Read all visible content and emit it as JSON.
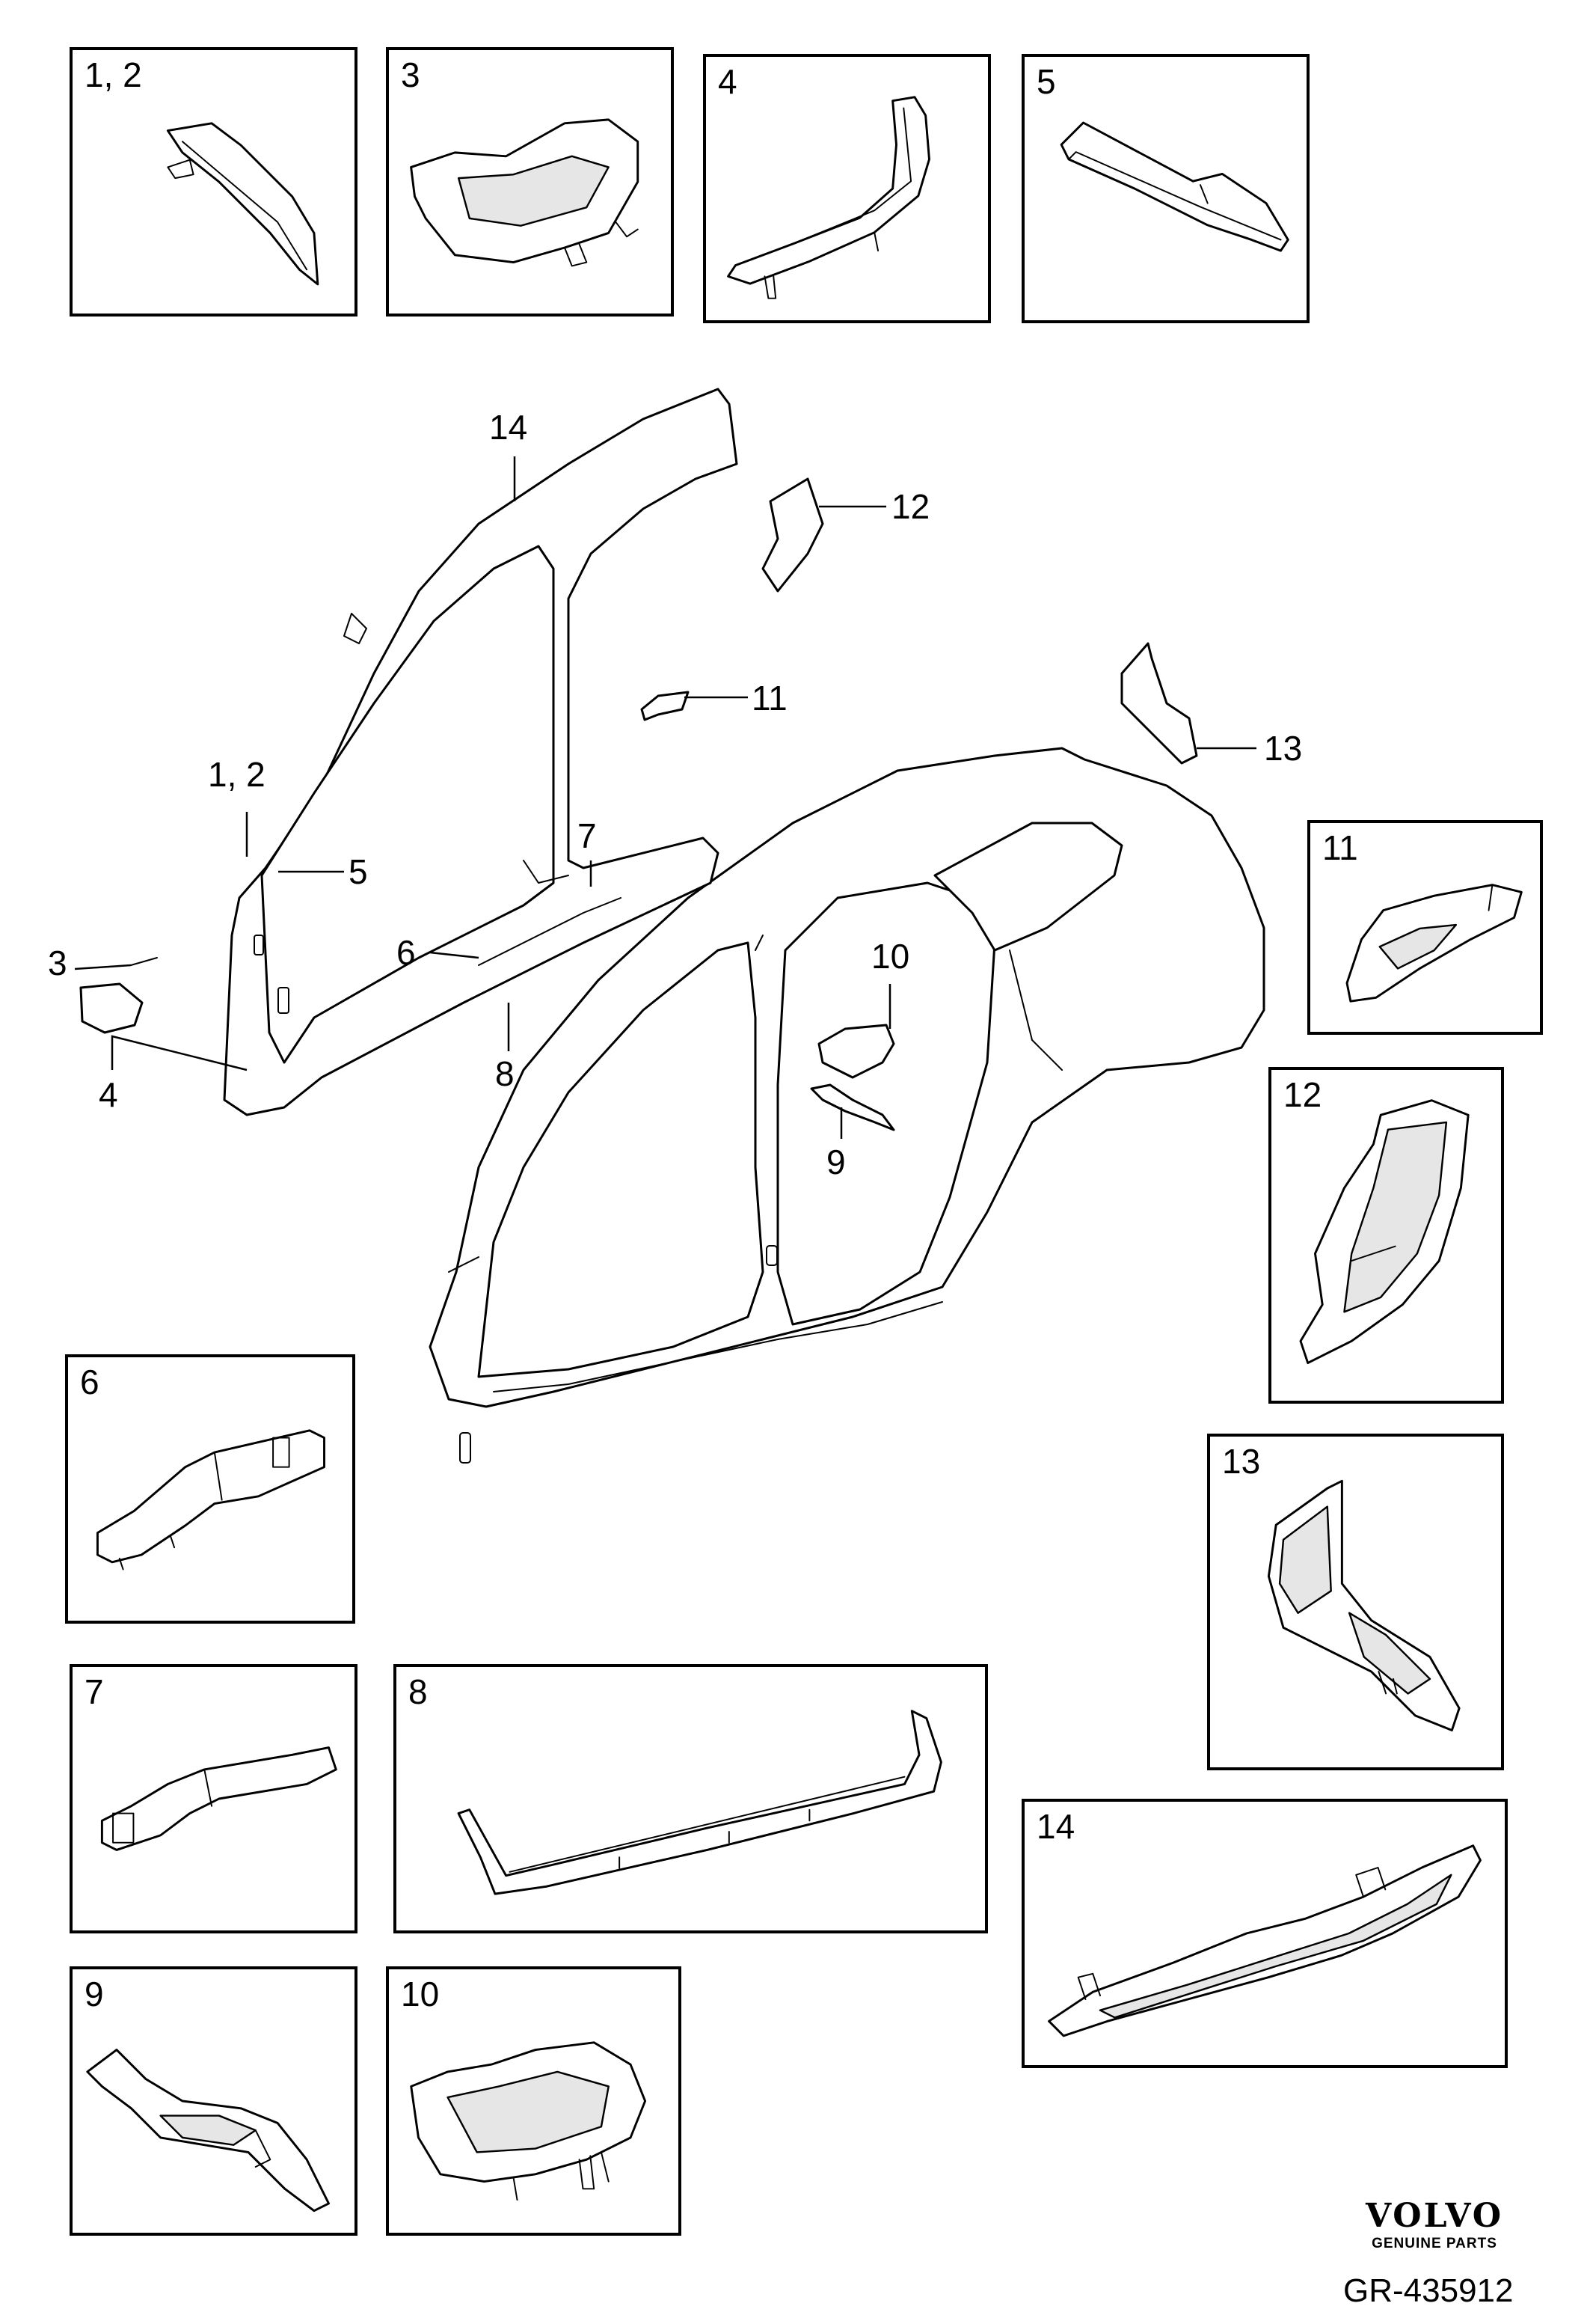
{
  "boxes": [
    {
      "id": "1-2",
      "label": "1, 2"
    },
    {
      "id": "3",
      "label": "3"
    },
    {
      "id": "4",
      "label": "4"
    },
    {
      "id": "5",
      "label": "5"
    },
    {
      "id": "11",
      "label": "11"
    },
    {
      "id": "12",
      "label": "12"
    },
    {
      "id": "6",
      "label": "6"
    },
    {
      "id": "13",
      "label": "13"
    },
    {
      "id": "7",
      "label": "7"
    },
    {
      "id": "8",
      "label": "8"
    },
    {
      "id": "14",
      "label": "14"
    },
    {
      "id": "9",
      "label": "9"
    },
    {
      "id": "10",
      "label": "10"
    }
  ],
  "callouts": [
    {
      "id": "14",
      "label": "14"
    },
    {
      "id": "12",
      "label": "12"
    },
    {
      "id": "11",
      "label": "11"
    },
    {
      "id": "13",
      "label": "13"
    },
    {
      "id": "1-2",
      "label": "1, 2"
    },
    {
      "id": "5",
      "label": "5"
    },
    {
      "id": "7",
      "label": "7"
    },
    {
      "id": "3",
      "label": "3"
    },
    {
      "id": "6",
      "label": "6"
    },
    {
      "id": "4",
      "label": "4"
    },
    {
      "id": "8",
      "label": "8"
    },
    {
      "id": "10",
      "label": "10"
    },
    {
      "id": "9",
      "label": "9"
    }
  ],
  "brand": {
    "name": "VOLVO",
    "tagline": "GENUINE PARTS"
  },
  "figure_id": "GR-435912"
}
